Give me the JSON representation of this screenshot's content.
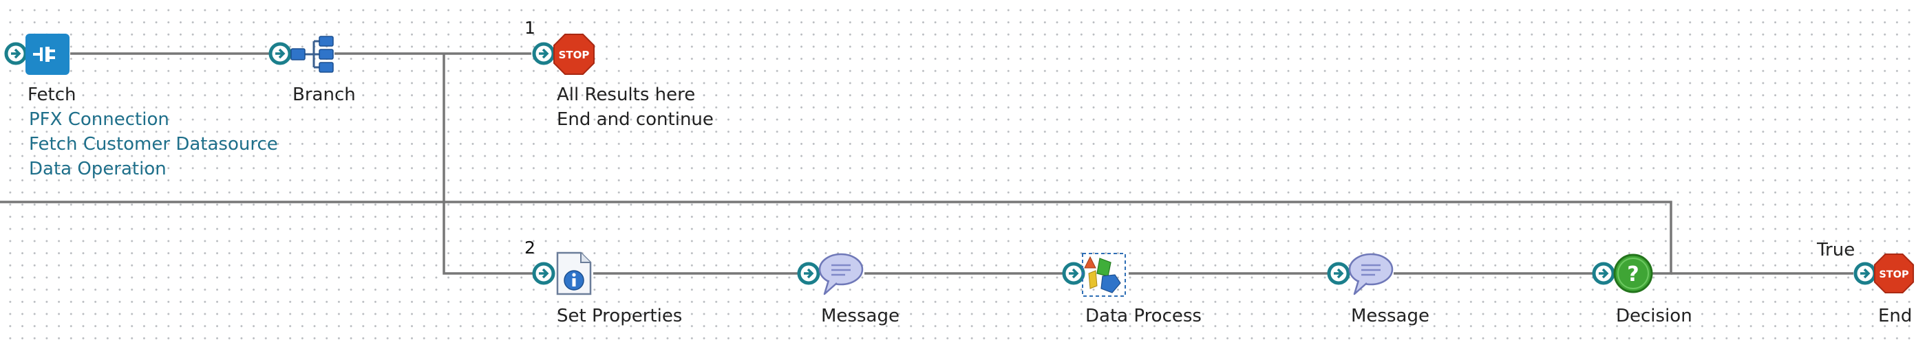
{
  "colors": {
    "connector_line": "#777777",
    "port_ring": "#1b7f8c",
    "fetch_tile": "#1e88c9",
    "stop_red": "#d83a1c",
    "link_text": "#1e6f8a"
  },
  "shapes": {
    "fetch": {
      "icon": "connector-plug-icon",
      "label": "Fetch",
      "details": [
        "PFX Connection",
        "Fetch Customer Datasource",
        "Data Operation"
      ]
    },
    "branch": {
      "icon": "branch-icon",
      "label": "Branch"
    },
    "stop_one": {
      "icon": "stop-sign-icon",
      "stop_text": "STOP",
      "branch_number": "1",
      "label_lines": [
        "All Results here",
        "End and continue"
      ]
    },
    "set_properties": {
      "icon": "info-document-icon",
      "branch_number": "2",
      "label": "Set Properties"
    },
    "message_one": {
      "icon": "speech-bubble-icon",
      "label": "Message"
    },
    "data_process": {
      "icon": "data-process-icon",
      "label": "Data Process"
    },
    "message_two": {
      "icon": "speech-bubble-icon",
      "label": "Message"
    },
    "decision": {
      "icon": "question-mark-icon",
      "label": "Decision",
      "glyph": "?"
    },
    "end": {
      "icon": "stop-sign-icon",
      "stop_text": "STOP",
      "label": "End",
      "path_label": "True"
    }
  }
}
